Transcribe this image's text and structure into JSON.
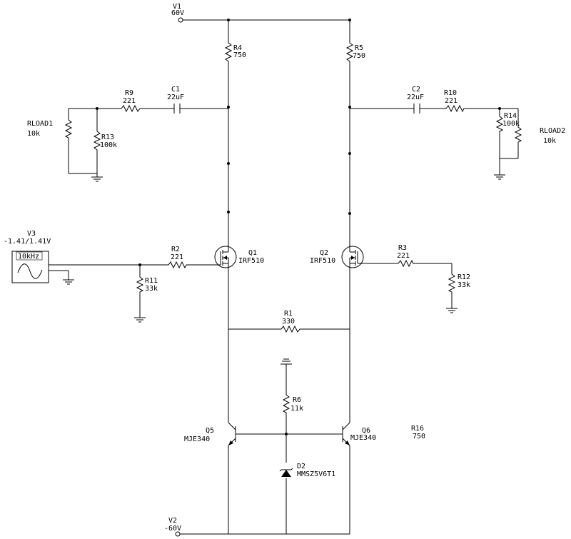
{
  "schematic": {
    "sources": [
      {
        "ref": "V1",
        "value": "60V"
      },
      {
        "ref": "V2",
        "value": "-60V"
      },
      {
        "ref": "V3",
        "value": "-1.41/1.41V",
        "freq": "10kHz"
      }
    ],
    "resistors": [
      {
        "ref": "R4",
        "value": "750"
      },
      {
        "ref": "R5",
        "value": "750"
      },
      {
        "ref": "R9",
        "value": "221"
      },
      {
        "ref": "R10",
        "value": "221"
      },
      {
        "ref": "R13",
        "value": "100k"
      },
      {
        "ref": "R14",
        "value": "100k"
      },
      {
        "ref": "RLOAD1",
        "value": "10k"
      },
      {
        "ref": "RLOAD2",
        "value": "10k"
      },
      {
        "ref": "R2",
        "value": "221"
      },
      {
        "ref": "R3",
        "value": "221"
      },
      {
        "ref": "R11",
        "value": "33k"
      },
      {
        "ref": "R12",
        "value": "33k"
      },
      {
        "ref": "R1",
        "value": "330"
      },
      {
        "ref": "R6",
        "value": "11k"
      },
      {
        "ref": "R16",
        "value": "750"
      }
    ],
    "capacitors": [
      {
        "ref": "C1",
        "value": "22uF"
      },
      {
        "ref": "C2",
        "value": "22uF"
      }
    ],
    "transistors": [
      {
        "ref": "Q1",
        "part": "IRF510"
      },
      {
        "ref": "Q2",
        "part": "IRF510"
      },
      {
        "ref": "Q5",
        "part": "MJE340"
      },
      {
        "ref": "Q6",
        "part": "MJE340"
      }
    ],
    "diodes": [
      {
        "ref": "D2",
        "part": "MMSZ5V6T1"
      }
    ]
  }
}
